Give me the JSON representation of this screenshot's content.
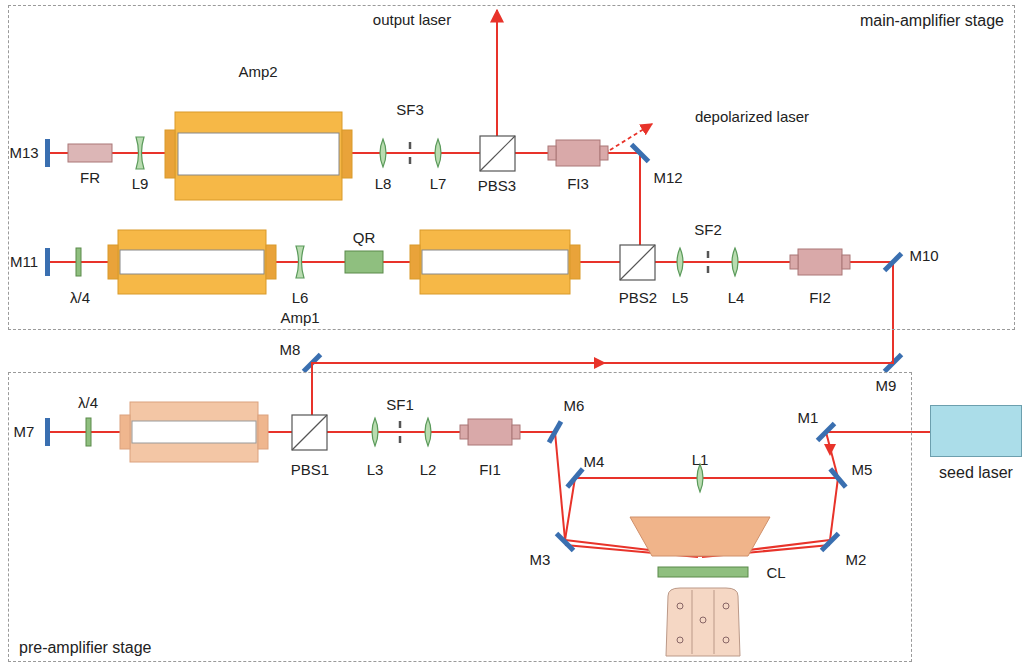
{
  "diagram": {
    "nodes": [
      {
        "text": [
          "main-amplifier stage"
        ]
      },
      {
        "text": [
          "pre-amplifier stage"
        ]
      },
      {
        "text": [
          "seed laser"
        ]
      }
    ],
    "edges": [
      {
        "from": 2,
        "to": 1,
        "arrow": "none"
      },
      {
        "from": 1,
        "to": 0,
        "arrow": "none"
      }
    ],
    "labels": [
      "output laser",
      "depolarized laser",
      "M13",
      "FR",
      "L9",
      "Amp2",
      "SF3",
      "L8",
      "L7",
      "PBS3",
      "FI3",
      "M12",
      "M11",
      "λ/4",
      "L6",
      "QR",
      "Amp1",
      "PBS2",
      "SF2",
      "L5",
      "L4",
      "FI2",
      "M10",
      "M8",
      "M9",
      "M7",
      "λ/4",
      "SF1",
      "PBS1",
      "L3",
      "L2",
      "FI1",
      "M6",
      "M4",
      "L1",
      "M1",
      "M5",
      "M3",
      "M2",
      "CL"
    ]
  }
}
